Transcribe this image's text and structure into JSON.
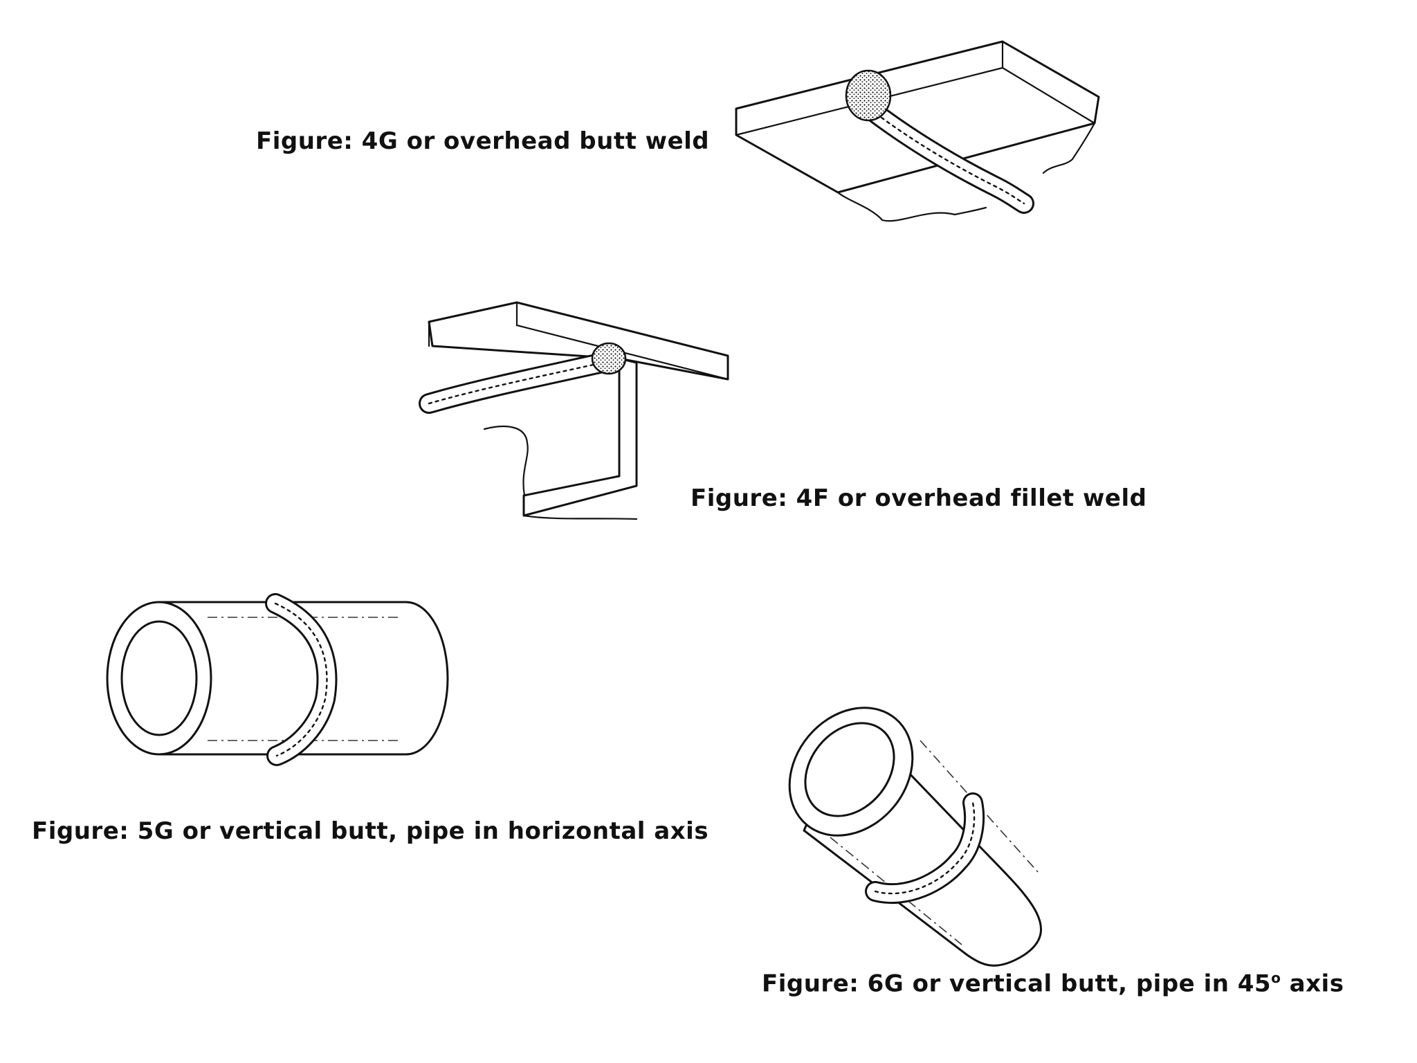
{
  "figures": [
    {
      "id": "4g",
      "caption": "Figure: 4G or overhead butt weld"
    },
    {
      "id": "4f",
      "caption": "Figure: 4F or overhead fillet weld"
    },
    {
      "id": "5g",
      "caption": "Figure: 5G or vertical butt, pipe in horizontal axis"
    },
    {
      "id": "6g",
      "caption_main": "Figure: 6G or vertical butt, pipe in 45",
      "caption_degree": "o",
      "caption_tail": " axis"
    }
  ],
  "colors": {
    "background": "#ffffff",
    "ink": "#111111"
  }
}
